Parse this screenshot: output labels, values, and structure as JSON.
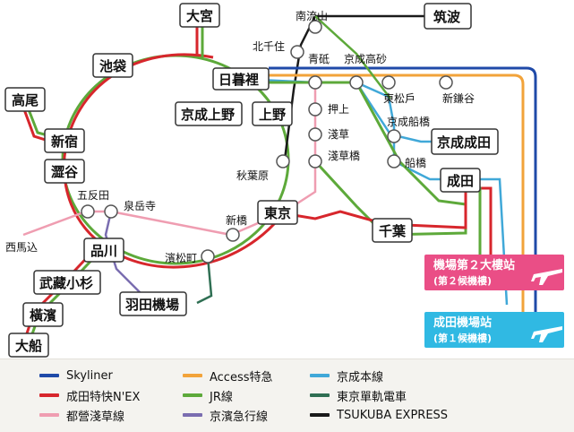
{
  "colors": {
    "skyliner": "#1f4aa8",
    "nex": "#d7262c",
    "asakusa": "#ef9db1",
    "access": "#f2a33a",
    "jr": "#5da93a",
    "keikyu": "#7a6db0",
    "keisei": "#40a8d8",
    "monorail": "#2f6f53",
    "tsukuba": "#1a1a1a",
    "terminal2": "#ea4e86",
    "terminal1": "#30b9e3"
  },
  "stations_boxed": {
    "omiya": "大宮",
    "tsukuba": "筑波",
    "ikebukuro": "池袋",
    "nippori": "日暮裡",
    "takao": "高尾",
    "keisei_ueno": "京成上野",
    "ueno": "上野",
    "shinjuku": "新宿",
    "shibuya": "澀谷",
    "keisei_narita": "京成成田",
    "narita": "成田",
    "tokyo": "東京",
    "chiba": "千葉",
    "shinagawa": "品川",
    "musashikosugi": "武藏小杉",
    "yokohama": "橫濱",
    "ofuna": "大船",
    "haneda": "羽田機場"
  },
  "stations_plain": {
    "minaminagareyama": "南流山",
    "kitasenju": "北千住",
    "aoto": "青砥",
    "keisei_takasago": "京成高砂",
    "higashimatsudo": "東松戶",
    "shinkamagaya": "新鎌谷",
    "oshiage": "押上",
    "asakusa": "淺草",
    "asakusabashi": "淺草橋",
    "keisei_funabashi": "京成船橋",
    "funabashi": "船橋",
    "akihabara": "秋葉原",
    "gotanda": "五反田",
    "sengakuji": "泉岳寺",
    "shinbashi": "新橋",
    "hamamatsucho": "濱松町",
    "nishimagome": "西馬込"
  },
  "airport": {
    "t2_title": "機場第２大樓站",
    "t2_sub": "(第２候機樓)",
    "t1_title": "成田機場站",
    "t1_sub": "(第１候機樓)"
  },
  "legend": [
    {
      "label": "Skyliner",
      "color": "#1f4aa8"
    },
    {
      "label": "Access特急",
      "color": "#f2a33a"
    },
    {
      "label": "京成本線",
      "color": "#40a8d8"
    },
    {
      "label": "成田特快N'EX",
      "color": "#d7262c"
    },
    {
      "label": "JR線",
      "color": "#5da93a"
    },
    {
      "label": "東京單軌電車",
      "color": "#2f6f53"
    },
    {
      "label": "都營淺草線",
      "color": "#ef9db1"
    },
    {
      "label": "京濱急行線",
      "color": "#7a6db0"
    },
    {
      "label": "TSUKUBA EXPRESS",
      "color": "#1a1a1a"
    }
  ]
}
